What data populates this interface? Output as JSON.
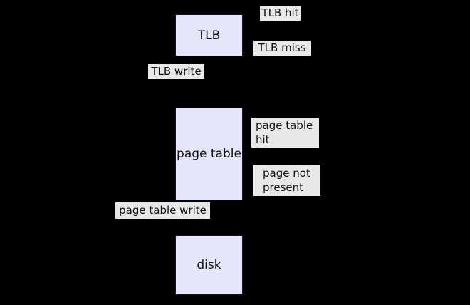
{
  "diagram": {
    "title": "virtual memory address translation diagram",
    "background_color": "#000000",
    "colors": {
      "node_fill": "#e6e6fa",
      "node_border": "#16162d",
      "label_background": "#e8e8e8",
      "text": "#111111"
    },
    "nodes": {
      "tlb": {
        "label": "TLB"
      },
      "page_table": {
        "label": "page table"
      },
      "disk": {
        "label": "disk"
      }
    },
    "edge_labels": {
      "tlb_hit": {
        "text": "TLB hit"
      },
      "tlb_miss": {
        "text": "TLB miss"
      },
      "tlb_write": {
        "text": "TLB write"
      },
      "page_table_hit": {
        "line1": "page table",
        "line2": "hit"
      },
      "page_not_present": {
        "line1": "page not",
        "line2": "present"
      },
      "page_table_write": {
        "text": "page table write"
      }
    }
  }
}
